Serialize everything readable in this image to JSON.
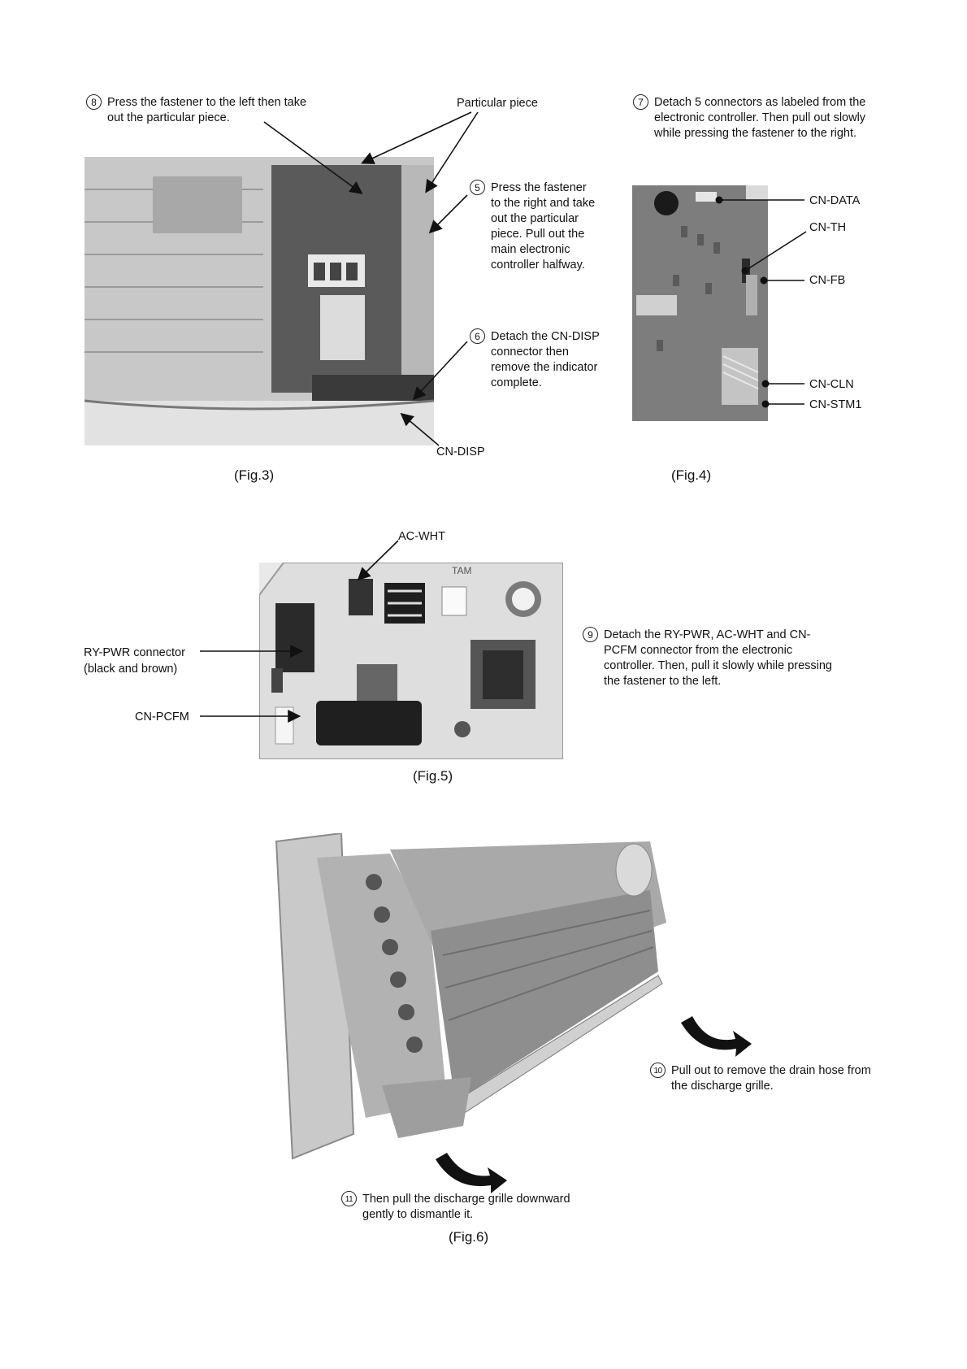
{
  "fig3": {
    "caption": "(Fig.3)",
    "step8_num": "8",
    "step8_text": "Press the fastener to the left then take out the particular piece.",
    "particular_label": "Particular piece",
    "step5_num": "5",
    "step5_text": "Press the fastener to the right and take out the particular piece. Pull out the main electronic controller halfway.",
    "step6_num": "6",
    "step6_text": "Detach the CN-DISP connector then remove the indicator complete.",
    "cndisp_label": "CN-DISP"
  },
  "fig4": {
    "caption": "(Fig.4)",
    "step7_num": "7",
    "step7_text": "Detach 5 connectors as labeled from the electronic controller. Then pull out slowly while pressing the fastener to the right.",
    "connectors": [
      "CN-DATA",
      "CN-TH",
      "CN-FB",
      "CN-CLN",
      "CN-STM1"
    ]
  },
  "fig5": {
    "caption": "(Fig.5)",
    "acwht_label": "AC-WHT",
    "board_print": "TAM",
    "rypwr_label": "RY-PWR connector",
    "rypwr_sub": "(black and brown)",
    "cnpcfm_label": "CN-PCFM",
    "step9_num": "9",
    "step9_text": "Detach the RY-PWR, AC-WHT and CN-PCFM connector from the electronic controller. Then, pull it slowly while pressing the fastener to the left."
  },
  "fig6": {
    "caption": "(Fig.6)",
    "step10_num": "10",
    "step10_text": "Pull out to remove the drain hose from the discharge grille.",
    "step11_num": "11",
    "step11_text": "Then pull the discharge grille downward gently to dismantle it."
  }
}
